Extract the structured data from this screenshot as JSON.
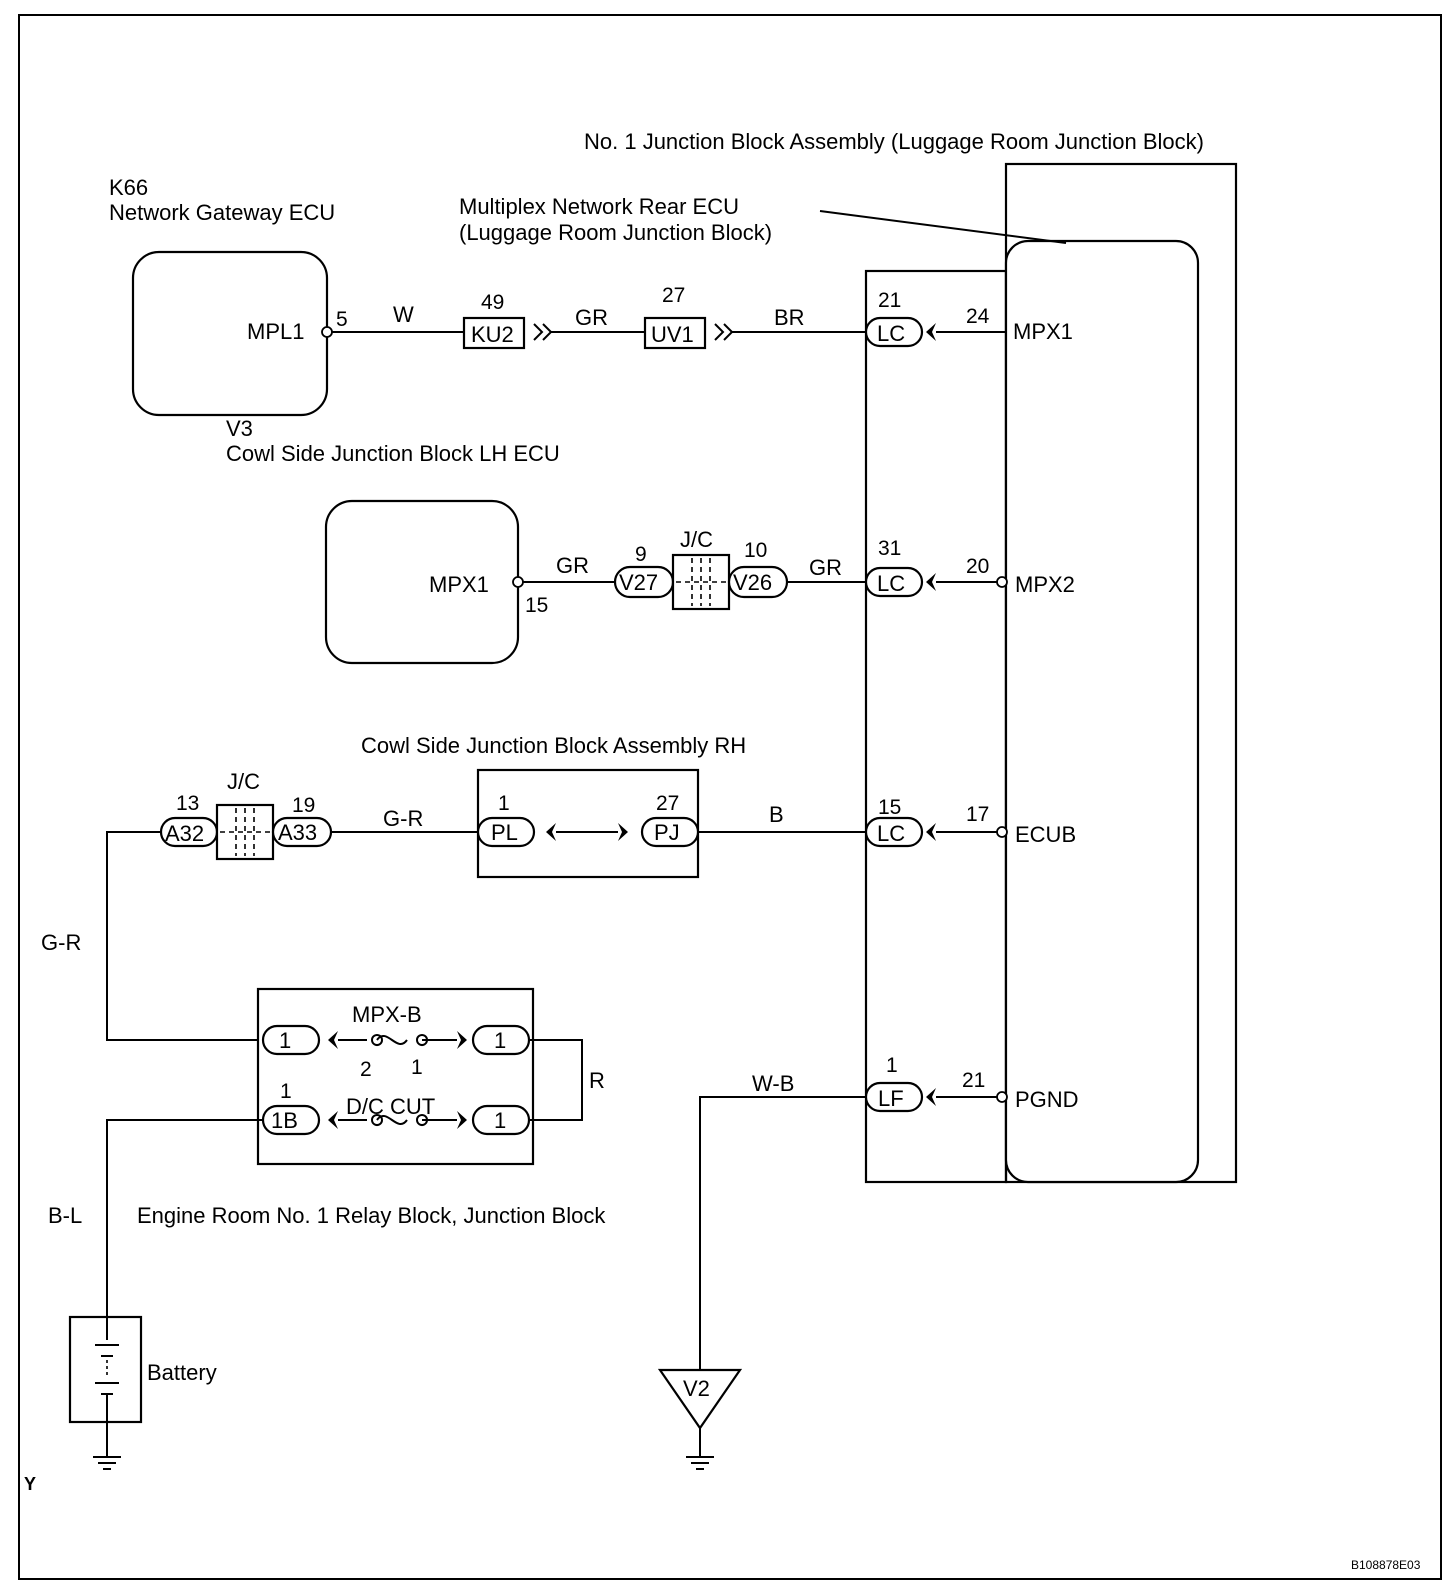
{
  "labels": {
    "jb1_title": "No. 1 Junction Block Assembly (Luggage Room Junction Block)",
    "rear_ecu_line1": "Multiplex Network Rear ECU",
    "rear_ecu_line2": "(Luggage Room Junction Block)",
    "k66_code": "K66",
    "k66_name": "Network Gateway ECU",
    "v3_code": "V3",
    "v3_name": "Cowl Side Junction Block LH ECU",
    "cowl_rh": "Cowl Side Junction Block Assembly RH",
    "engine_room": "Engine Room No. 1 Relay Block, Junction Block",
    "battery": "Battery",
    "page_mark": "Y",
    "figure_id": "B108878E03"
  },
  "pins": {
    "mpl1": "MPL1",
    "mpl1_no": "5",
    "v3_mpx1": "MPX1",
    "v3_mpx1_no": "15",
    "mpx1": "MPX1",
    "mpx1_no": "24",
    "mpx2": "MPX2",
    "mpx2_no": "20",
    "ecub": "ECUB",
    "ecub_no": "17",
    "pgnd": "PGND",
    "pgnd_no": "21"
  },
  "connectors": {
    "ku2": "KU2",
    "ku2_no": "49",
    "uv1": "UV1",
    "uv1_no": "27",
    "lc_a": "LC",
    "lc_a_no": "21",
    "lc_b": "LC",
    "lc_b_no": "31",
    "lc_c": "LC",
    "lc_c_no": "15",
    "lf": "LF",
    "lf_no": "1",
    "v27": "V27",
    "v27_no": "9",
    "v26": "V26",
    "v26_no": "10",
    "jc": "J/C",
    "a32": "A32",
    "a32_no": "13",
    "a33": "A33",
    "a33_no": "19",
    "pl": "PL",
    "pl_no": "1",
    "pj": "PJ",
    "pj_no": "27",
    "er1a": "1",
    "er1b": "1",
    "er1c": "1",
    "er1b_conn": "1B",
    "er1b_no": "1",
    "v2": "V2"
  },
  "wires": {
    "w1": "W",
    "gr1": "GR",
    "br": "BR",
    "gr2": "GR",
    "gr3": "GR",
    "gr4": "G-R",
    "b": "B",
    "gr_left": "G-R",
    "r": "R",
    "wb": "W-B",
    "bl": "B-L"
  },
  "fuses": {
    "mpxb": "MPX-B",
    "mpxb_pin2": "2",
    "mpxb_pin1": "1",
    "dccut": "D/C CUT"
  }
}
